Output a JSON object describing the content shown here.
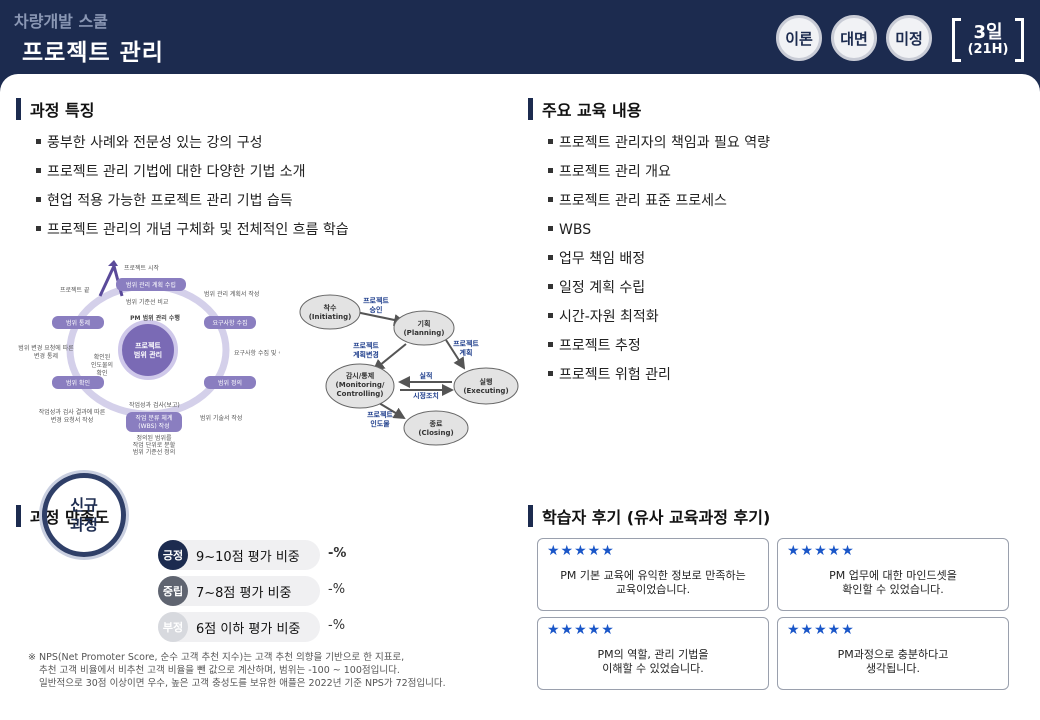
{
  "header": {
    "category": "차량개발 스쿨",
    "title": "프로젝트 관리",
    "badges": [
      "이론",
      "대면",
      "미정"
    ],
    "duration_days": "3일",
    "duration_hours": "(21H)"
  },
  "features": {
    "title": "과정 특징",
    "items": [
      "풍부한 사례와 전문성 있는 강의 구성",
      "프로젝트 관리 기법에 대한 다양한 기법 소개",
      "현업 적용 가능한 프로젝트 관리 기법 습득",
      "프로젝트 관리의 개념 구체화 및 전체적인 흐름 학습"
    ]
  },
  "content": {
    "title": "주요 교육 내용",
    "items": [
      "프로젝트 관리자의 책임과 필요 역량",
      "프로젝트 관리 개요",
      "프로젝트 관리 표준 프로세스",
      "WBS",
      "업무 책임 배정",
      "일정 계획 수립",
      "시간-자원 최적화",
      "프로젝트 추정",
      "프로젝트 위험 관리"
    ]
  },
  "diagram_left": {
    "center": [
      "프로젝트",
      "범위 관리"
    ],
    "inner": "PM 범위 관리 수행",
    "start": "프로젝트 시작",
    "end": "프로젝트 끝",
    "nodes": [
      "범위 관리 계획 수립",
      "요구사항 수집",
      "범위 정의",
      "작업 분류 체계",
      "(WBS) 작성",
      "범위 확인",
      "범위 통제"
    ],
    "notes": [
      "범위 기준선 비교",
      "범위 관리 계획서 작성",
      "요구사항 수집 및 식",
      "범위 기술서 작성",
      "작업성과 검사(보고)",
      "정의된 범위를",
      "작업 단위로 분할",
      "범위 기준선 정의",
      "작업성과 검사 결과에 따른",
      "변경 요청서 작성",
      "확인된",
      "인도물의",
      "확인",
      "범위 변경 요청에 따른",
      "변경 통제"
    ]
  },
  "diagram_right": {
    "nodes": [
      {
        "ko": "착수",
        "en": "(Initiating)"
      },
      {
        "ko": "기획",
        "en": "(Planning)"
      },
      {
        "ko": "감시/통제",
        "en": "(Monitoring/",
        "en2": "Controlling)"
      },
      {
        "ko": "실행",
        "en": "(Executing)"
      },
      {
        "ko": "종료",
        "en": "(Closing)"
      }
    ],
    "labels": [
      "프로젝트",
      "승인",
      "프로젝트",
      "계획변경",
      "프로젝트",
      "계획",
      "실적",
      "시정조치",
      "프로젝트",
      "인도물"
    ]
  },
  "satisfaction": {
    "title": "과정 만족도",
    "circle": [
      "신규",
      "과정"
    ],
    "rows": [
      {
        "badge": "긍정",
        "label": "9~10점 평가 비중",
        "value": "-%",
        "color": "#1c2b4f"
      },
      {
        "badge": "중립",
        "label": "7~8점 평가 비중",
        "value": "-%",
        "color": "#5f6470"
      },
      {
        "badge": "부정",
        "label": "6점 이하 평가 비중",
        "value": "-%",
        "color": "#d7d9de"
      }
    ],
    "note": [
      "※ NPS(Net Promoter Score, 순수 고객 추천 지수)는 고객 추천 의향을 기반으로 한 지표로,",
      "추천 고객 비율에서 비추천 고객 비율을 뺀 값으로 계산하며, 범위는 -100 ~ 100점입니다.",
      "일반적으로 30점 이상이면 우수, 높은 고객 충성도를 보유한 애플은 2022년 기준 NPS가 72점입니다."
    ]
  },
  "reviews": {
    "title": "학습자 후기 (유사 교육과정 후기)",
    "items": [
      {
        "stars": "★★★★★",
        "text": "PM 기본 교육에 유익한 정보로 만족하는\n교육이었습니다."
      },
      {
        "stars": "★★★★★",
        "text": "PM 업무에 대한 마인드셋을\n확인할 수 있었습니다."
      },
      {
        "stars": "★★★★★",
        "text": "PM의 역할, 관리 기법을\n이해할 수 있었습니다."
      },
      {
        "stars": "★★★★★",
        "text": "PM과정으로 충분하다고\n생각됩니다."
      }
    ]
  }
}
